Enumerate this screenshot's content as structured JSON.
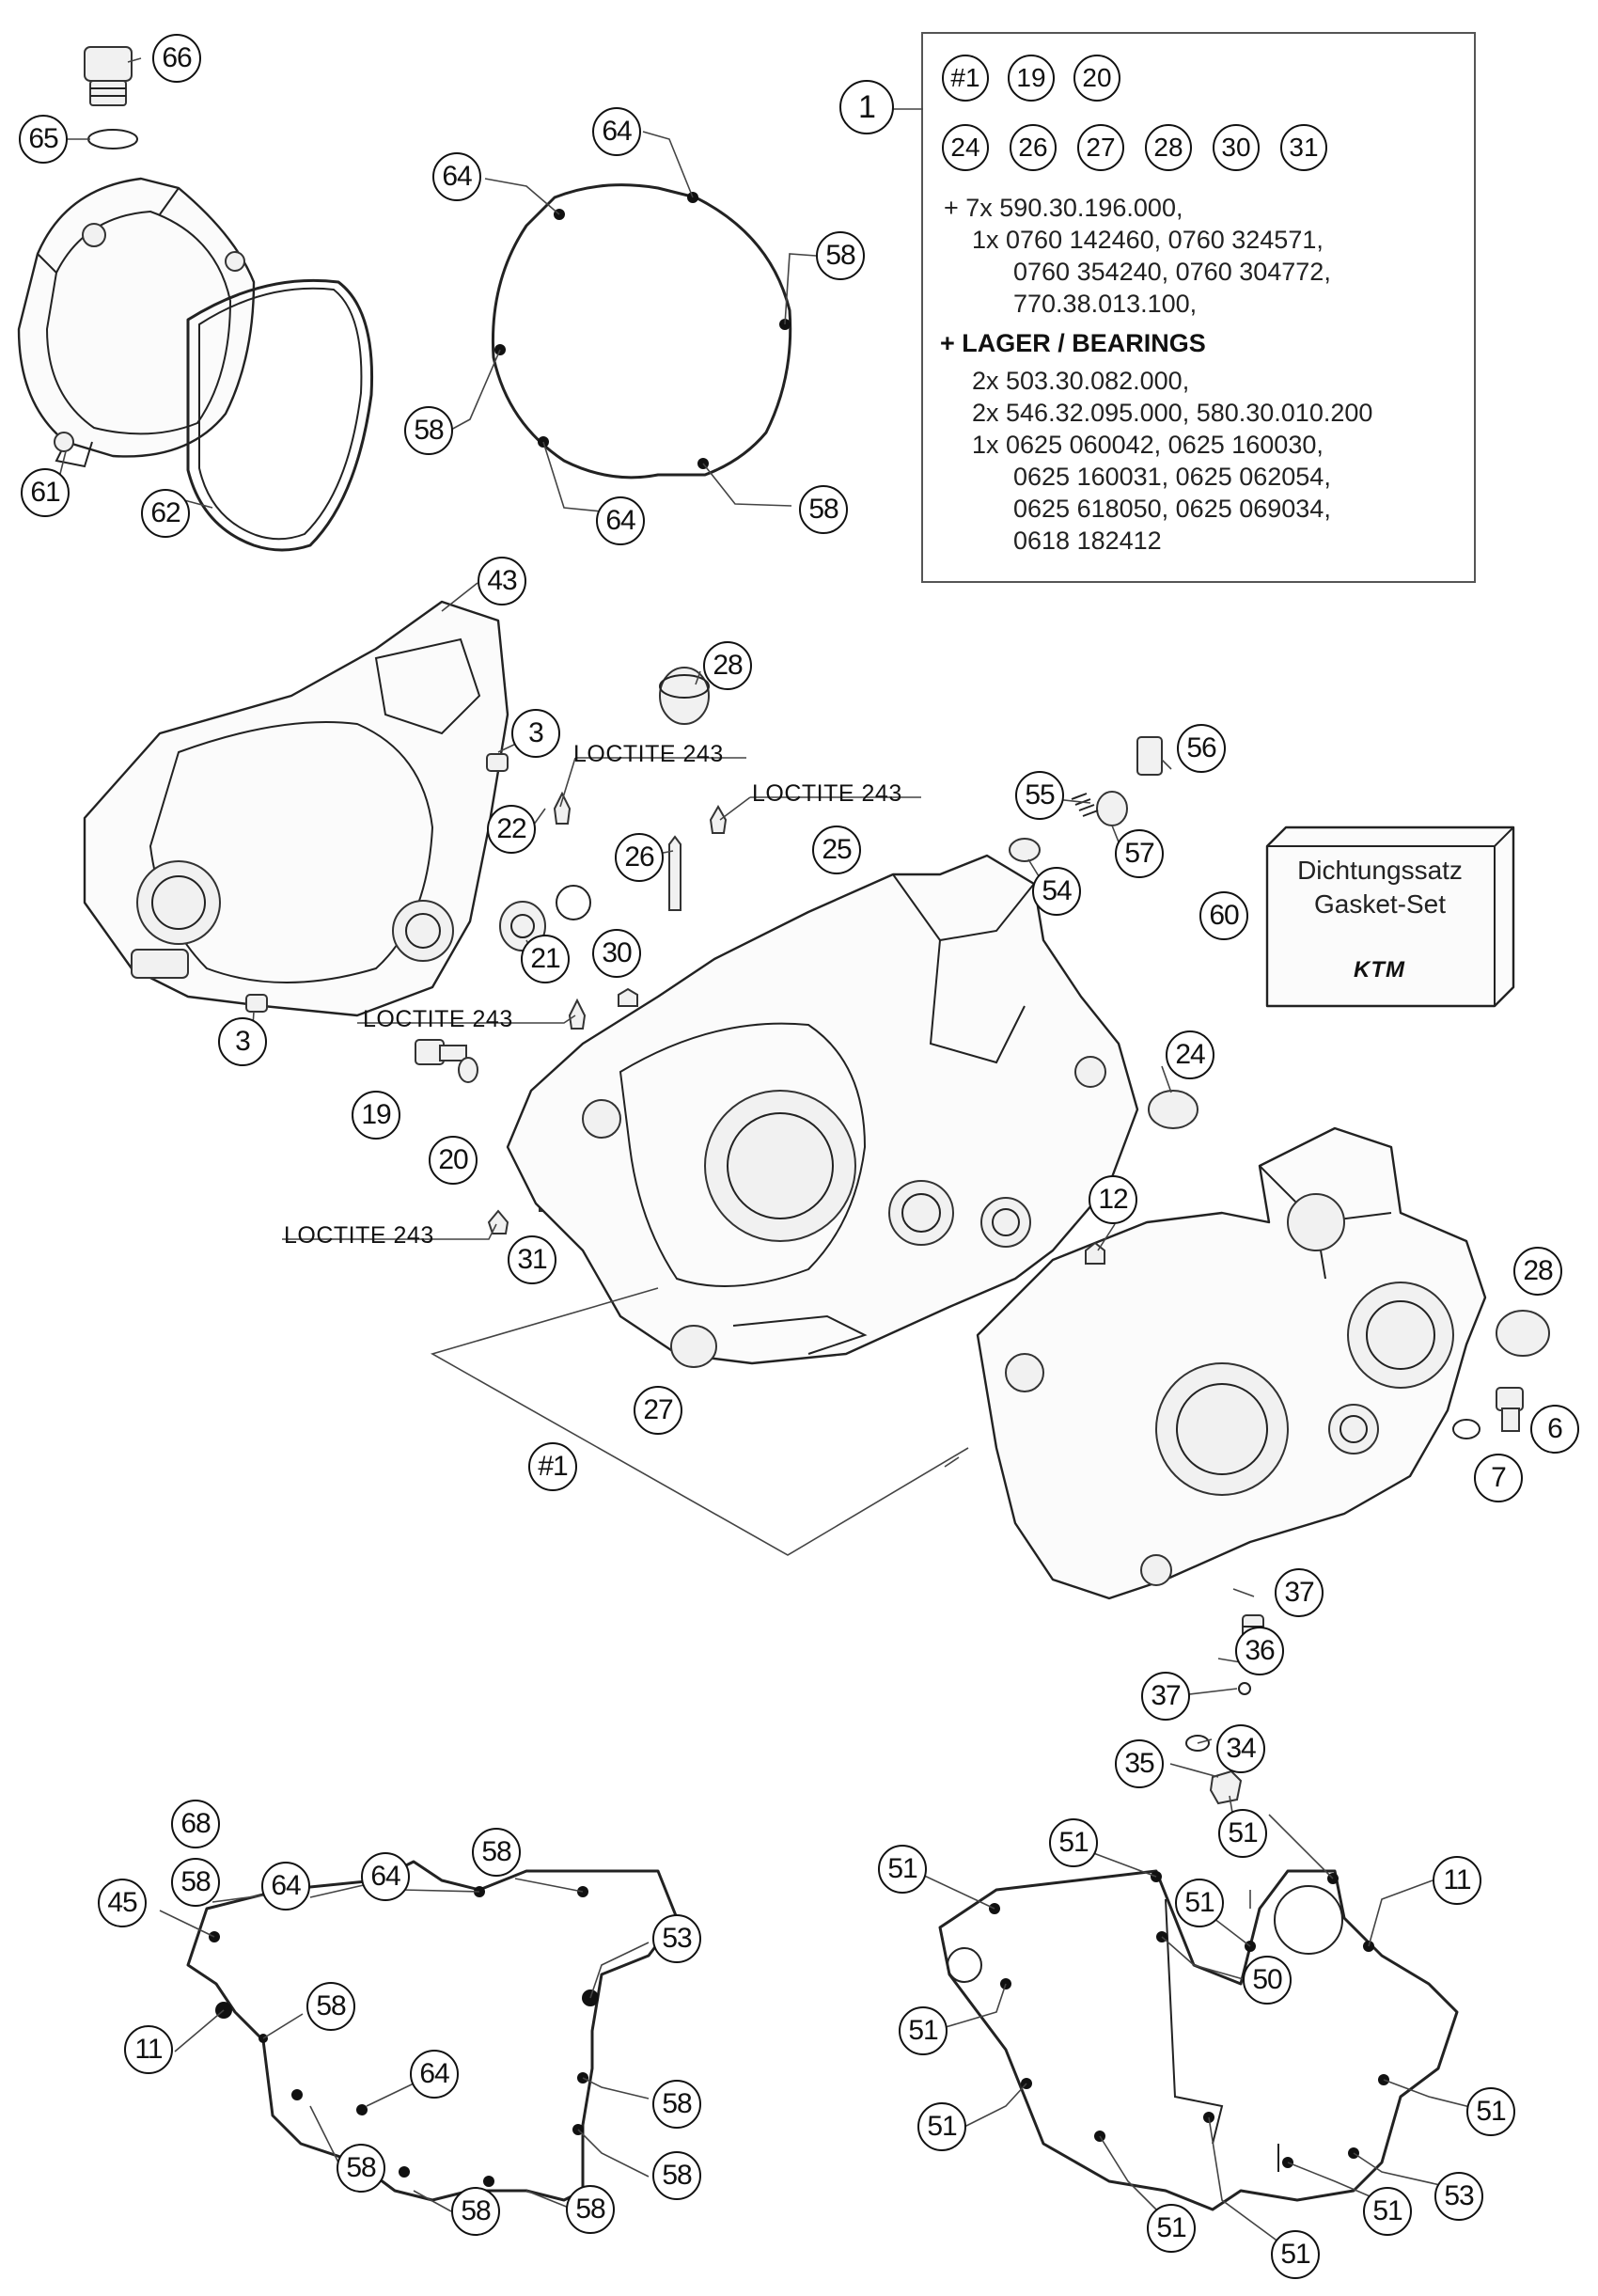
{
  "info_box": {
    "set_callout": "1",
    "circles_row1": [
      "#1",
      "19",
      "20"
    ],
    "circles_row2": [
      "24",
      "26",
      "27",
      "28",
      "30",
      "31"
    ],
    "lines": [
      "+ 7x 590.30.196.000,",
      "1x 0760 142460, 0760 324571,",
      "0760 354240, 0760 304772,",
      "770.38.013.100,"
    ],
    "bearings_heading": "+ LAGER / BEARINGS",
    "bearing_lines": [
      "2x 503.30.082.000,",
      "2x 546.32.095.000, 580.30.010.200",
      "1x 0625 060042, 0625 160030,",
      "0625 160031, 0625 062054,",
      "0625 618050, 0625 069034,",
      "0618 182412"
    ]
  },
  "gasket_set": {
    "line1": "Dichtungssatz",
    "line2": "Gasket-Set",
    "logo": "KTM",
    "callout": "60"
  },
  "loctite_labels": [
    "LOCTITE 243",
    "LOCTITE 243",
    "LOCTITE 243",
    "LOCTITE 243"
  ],
  "callouts": [
    "66",
    "65",
    "61",
    "62",
    "64",
    "64",
    "58",
    "58",
    "64",
    "58",
    "43",
    "3",
    "28",
    "22",
    "21",
    "3",
    "30",
    "26",
    "25",
    "55",
    "56",
    "57",
    "54",
    "24",
    "19",
    "20",
    "31",
    "12",
    "28",
    "6",
    "7",
    "27",
    "#1",
    "37",
    "36",
    "37",
    "34",
    "35",
    "68",
    "45",
    "58",
    "64",
    "64",
    "58",
    "53",
    "11",
    "58",
    "64",
    "58",
    "58",
    "58",
    "58",
    "58",
    "51",
    "51",
    "51",
    "11",
    "51",
    "50",
    "51",
    "51",
    "51",
    "51",
    "51",
    "51",
    "53"
  ]
}
